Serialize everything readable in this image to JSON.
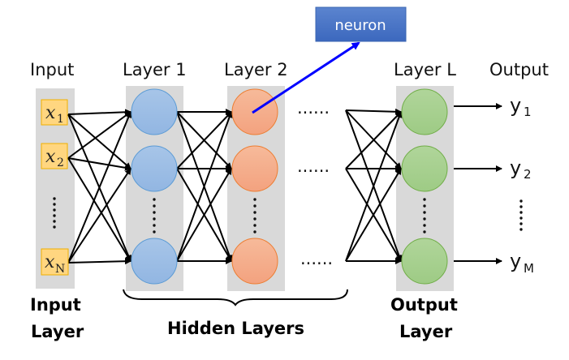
{
  "title_labels": {
    "input": "Input",
    "layer1": "Layer 1",
    "layer2": "Layer 2",
    "layerL": "Layer L",
    "output": "Output"
  },
  "callout": {
    "label": "neuron",
    "color": "#4472C4",
    "arrow_color": "#0000FF"
  },
  "inputs": [
    {
      "symbol": "x",
      "sub": "1"
    },
    {
      "symbol": "x",
      "sub": "2"
    },
    {
      "symbol": "x",
      "sub": "N"
    }
  ],
  "outputs": [
    {
      "symbol": "y",
      "sub": "1"
    },
    {
      "symbol": "y",
      "sub": "2"
    },
    {
      "symbol": "y",
      "sub": "M"
    }
  ],
  "ellipsis": "......",
  "bottom_labels": {
    "input_layer_line1": "Input",
    "input_layer_line2": "Layer",
    "hidden_layers": "Hidden Layers",
    "output_layer_line1": "Output",
    "output_layer_line2": "Layer"
  },
  "colors": {
    "layer1": "#9DC3E6",
    "layer2": "#F4B183",
    "layerL": "#A9D18E",
    "input_box": "#FFD680",
    "column_bg": "#D9D9D9"
  }
}
